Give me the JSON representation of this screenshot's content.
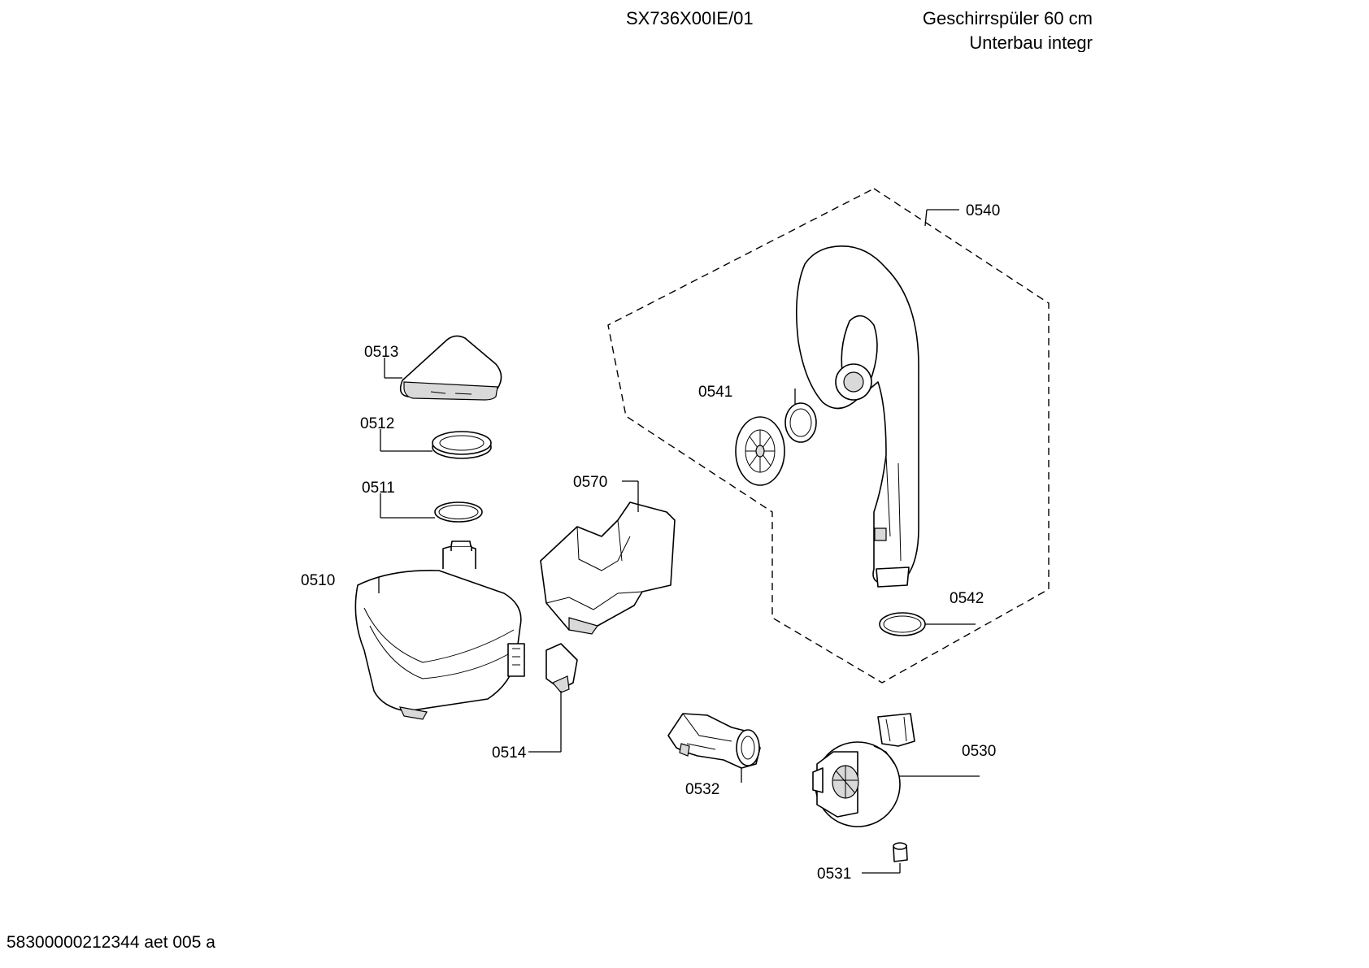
{
  "header": {
    "model": "SX736X00IE/01",
    "product": "Geschirrspüler 60 cm",
    "subtitle": "Unterbau integr"
  },
  "footer": {
    "doc_ref": "58300000212344 aet 005 a"
  },
  "callouts": {
    "p0513": "0513",
    "p0512": "0512",
    "p0511": "0511",
    "p0510": "0510",
    "p0514": "0514",
    "p0570": "0570",
    "p0540": "0540",
    "p0541": "0541",
    "p0542": "0542",
    "p0532": "0532",
    "p0530": "0530",
    "p0531": "0531"
  }
}
